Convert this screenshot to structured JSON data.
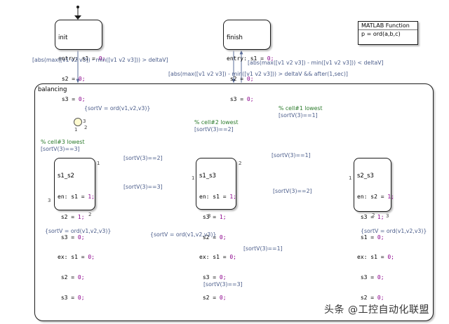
{
  "states": {
    "init": {
      "name": "init",
      "lines": [
        {
          "text": "entry: s1 = ",
          "val": "0;"
        },
        {
          "text": " s2 = ",
          "val": "0;"
        },
        {
          "text": " s3 = ",
          "val": "0;"
        }
      ]
    },
    "finish": {
      "name": "finish",
      "lines": [
        {
          "text": "entry: s1 = ",
          "val": "0;"
        },
        {
          "text": " s2 = ",
          "val": "0;"
        },
        {
          "text": " s3 = ",
          "val": "0;"
        }
      ]
    },
    "s1_s2": {
      "name": "s1_s2",
      "lines": [
        {
          "text": "en: s1 = ",
          "val": "1;"
        },
        {
          "text": " s2 = ",
          "val": "1;"
        },
        {
          "text": " s3 = ",
          "val": "0;"
        },
        {
          "text": "ex: s1 = ",
          "val": "0;"
        },
        {
          "text": " s2 = ",
          "val": "0;"
        },
        {
          "text": " s3 = ",
          "val": "0;"
        }
      ]
    },
    "s1_s3": {
      "name": "s1_s3",
      "lines": [
        {
          "text": "en: s1 = ",
          "val": "1;"
        },
        {
          "text": " s3 = ",
          "val": "1;"
        },
        {
          "text": " s2 = ",
          "val": "0;"
        },
        {
          "text": "ex: s1 = ",
          "val": "0;"
        },
        {
          "text": " s3 = ",
          "val": "0;"
        },
        {
          "text": " s2 = ",
          "val": "0;"
        }
      ]
    },
    "s2_s3": {
      "name": "s2_s3",
      "lines": [
        {
          "text": "en: s2 = ",
          "val": "1;"
        },
        {
          "text": " s3 = ",
          "val": "1;"
        },
        {
          "text": " s1 = ",
          "val": "0;"
        },
        {
          "text": "ex: s1 = ",
          "val": "0;"
        },
        {
          "text": " s3 = ",
          "val": "0;"
        },
        {
          "text": " s2 = ",
          "val": "0;"
        }
      ]
    }
  },
  "superstate": {
    "name": "balancing"
  },
  "matlab_function": {
    "header": "MATLAB Function",
    "body": "p = ord(a,b,c)"
  },
  "transitions": {
    "init_to_balancing": "[abs(max([v1 v2 v3]) - min([v1 v2 v3])) > deltaV]",
    "finish_to_balancing": "[abs(max([v1 v2 v3]) - min([v1 v2 v3])) < deltaV]",
    "balancing_to_finish": "[abs(max([v1 v2 v3]) - min([v1 v2 v3])) > deltaV && after(1,sec)]",
    "default_action": "{sortV = ord(v1,v2,v3)}",
    "s1s2_to_s1s3": "[sortV(3)==2]",
    "s1s3_to_s1s2": "[sortV(3)==3]",
    "s1s3_to_s2s3": "[sortV(3)==1]",
    "s2s3_to_s1s3": "[sortV(3)==2]",
    "s1s2_self": "{sortV = ord(v1,v2,v3)}",
    "s1s3_self": "{sortV = ord(v1,v2,v3)}",
    "s2s3_self": "{sortV = ord(v1,v2,v3)}",
    "s1s2_to_s2s3": "[sortV(3)==1]",
    "s2s3_to_s1s2": "[sortV(3)==3]"
  },
  "comments": {
    "cell1": "% cell#1 lowest",
    "cell1_cond": "[sortV(3)==1]",
    "cell2": "% cell#2 lowest",
    "cell2_cond": "[sortV(3)==2]",
    "cell3": "% cell#3 lowest",
    "cell3_cond": "[sortV(3)==3]"
  },
  "priorities": {
    "j1": "1",
    "j2": "2",
    "j3": "3",
    "a1": "1",
    "a2": "2",
    "b1": "1",
    "b2": "2",
    "c1": "1",
    "c2": "2",
    "s12_self": "3",
    "s13_self": "3",
    "s23_self": "3"
  },
  "watermark": "头条 @工控自动化联盟"
}
